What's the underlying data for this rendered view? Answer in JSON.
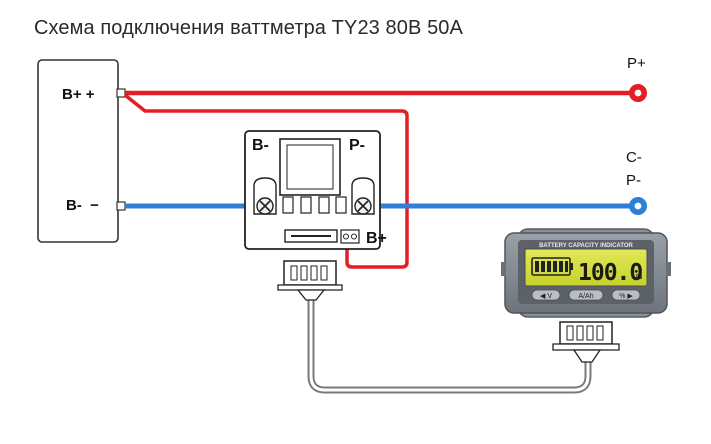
{
  "title": "Схема подключения ваттметра TY23 80В 50А",
  "battery": {
    "pos_label": "B+ +",
    "neg_label": "B-  −"
  },
  "shunt": {
    "b_minus": "B-",
    "p_minus": "P-",
    "b_plus": "B+"
  },
  "terminals": {
    "p_plus": "P+",
    "c_minus": "C-",
    "p_minus": "P-"
  },
  "display": {
    "header": "BATTERY CAPACITY INDICATOR",
    "reading": "100.0",
    "unit": "%",
    "buttons": [
      "◀ V",
      "A/Ah",
      "% ▶"
    ]
  },
  "colors": {
    "positive_wire": "#e31e24",
    "negative_wire": "#2f7fd6",
    "lcd": "#d6df3a",
    "cable": "#7a7a7a"
  },
  "icons": [
    "screw-terminal-icon",
    "battery-level-icon",
    "connector-plug-icon"
  ]
}
